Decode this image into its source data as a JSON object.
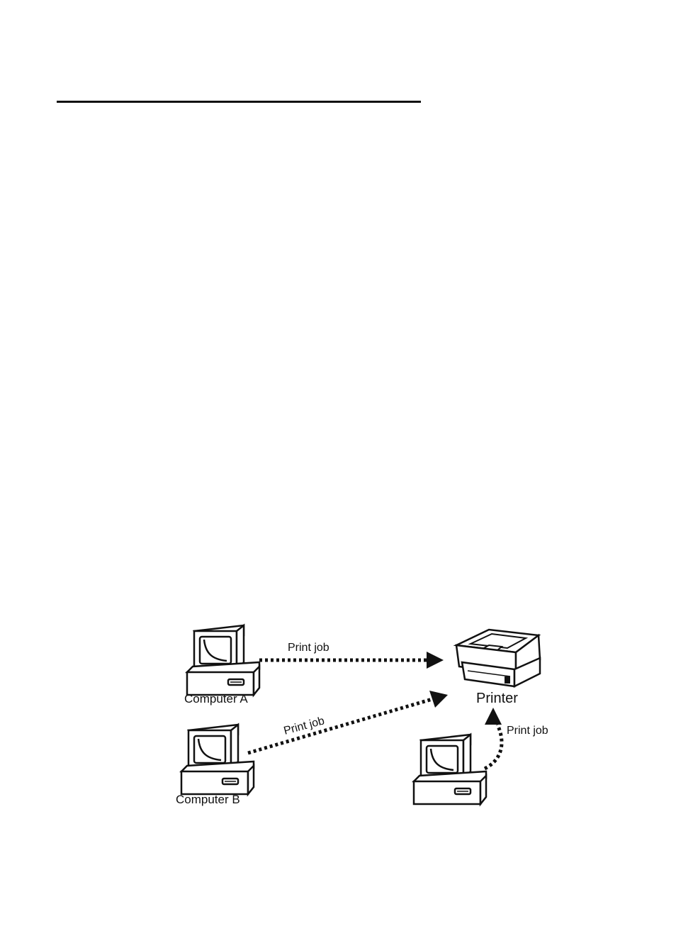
{
  "diagram": {
    "labels": {
      "computer_a": "Computer A",
      "computer_b": "Computer B",
      "printer": "Printer"
    },
    "arrows": {
      "from_a": "Print job",
      "from_b": "Print job",
      "from_c": "Print job"
    },
    "icons": {
      "computer": "desktop-computer-icon",
      "printer": "laser-printer-icon"
    }
  }
}
